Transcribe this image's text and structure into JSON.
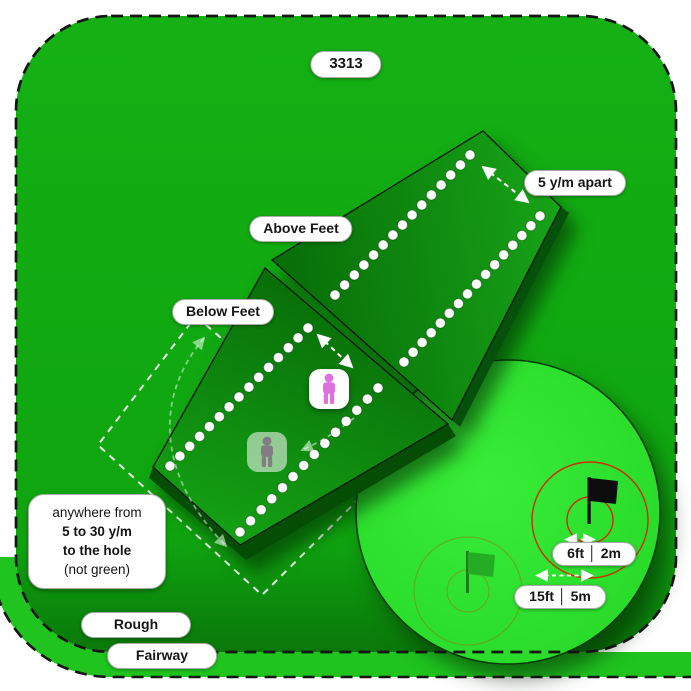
{
  "diagram": {
    "station_number": "3313",
    "mats": {
      "above_label": "Above Feet",
      "below_label": "Below Feet",
      "spacing_label": "5 y/m apart"
    },
    "green": {
      "inner_distance_label": "6ft │ 2m",
      "outer_distance_label": "15ft │ 5m"
    },
    "zones": {
      "rough_label": "Rough",
      "fairway_label": "Fairway"
    },
    "note": {
      "line1": "anywhere from",
      "line2": "5 to 30 y/m",
      "line3": "to the hole",
      "line4": "(not green)"
    },
    "colors": {
      "rough_green": "#10a710",
      "fairway_green": "#1fc41f",
      "green_surface": "#2ee52e",
      "ring_red": "#cc2e00",
      "person_pink": "#df70df"
    }
  }
}
